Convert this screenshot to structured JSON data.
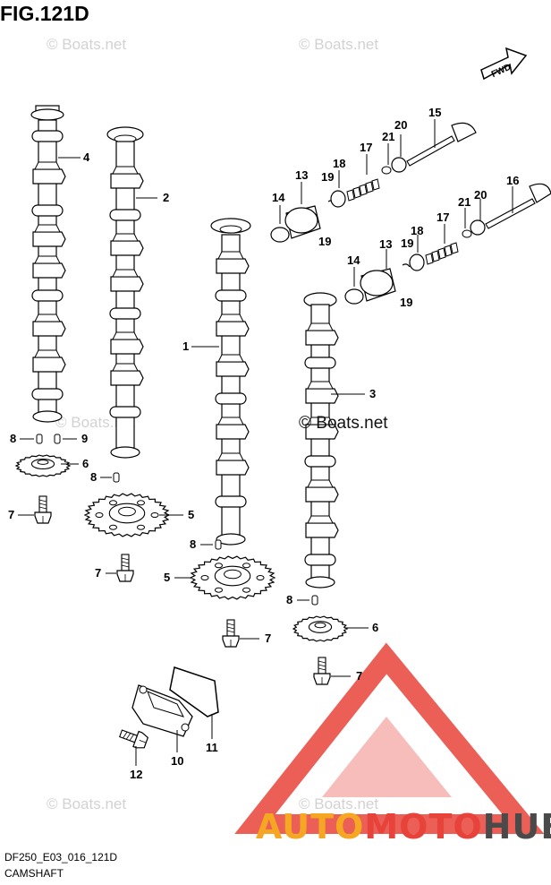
{
  "figure": {
    "title": "FIG.121D",
    "code": "DF250_E03_016_121D",
    "name": "CAMSHAFT"
  },
  "fwd_label": "FWD",
  "watermarks": [
    "© Boats.net",
    "© Boats.net",
    "© Boats.net",
    "© Boats.net",
    "© Boats.net"
  ],
  "center_watermark": "© Boats.net",
  "brand": {
    "part1": "AUTO",
    "part2": "MOTO",
    "part3": "HUB",
    "color1": "#f5a623",
    "color2": "#e8433a",
    "color3": "#4a4a4a"
  },
  "callouts": {
    "c1": "1",
    "c2": "2",
    "c3": "3",
    "c4": "4",
    "c5a": "5",
    "c5b": "5",
    "c6a": "6",
    "c6b": "6",
    "c7a": "7",
    "c7b": "7",
    "c7c": "7",
    "c7d": "7",
    "c8a": "8",
    "c8b": "8",
    "c8c": "8",
    "c8d": "8",
    "c9": "9",
    "c10": "10",
    "c11": "11",
    "c12": "12",
    "c13a": "13",
    "c13b": "13",
    "c14a": "14",
    "c14b": "14",
    "c15": "15",
    "c16": "16",
    "c17a": "17",
    "c17b": "17",
    "c18a": "18",
    "c18b": "18",
    "c19a": "19",
    "c19b": "19",
    "c19c": "19",
    "c19d": "19",
    "c20a": "20",
    "c20b": "20",
    "c21a": "21",
    "c21b": "21"
  }
}
